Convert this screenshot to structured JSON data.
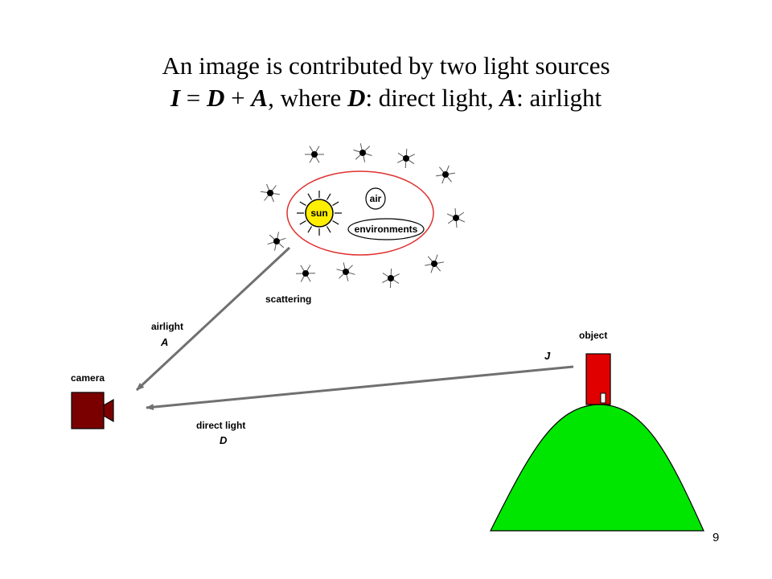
{
  "title": {
    "line1": "An image is contributed by two light sources",
    "eq_I": "I",
    "eq_eq": " = ",
    "eq_D": "D",
    "eq_plus": " + ",
    "eq_A": "A",
    "eq_where": ",  where  ",
    "def_D": "D",
    "def_D_text": ": direct light,  ",
    "def_A": "A",
    "def_A_text": ": airlight"
  },
  "diagram": {
    "sun_label": "sun",
    "air_label": "air",
    "environments_label": "environments",
    "scattering_label": "scattering",
    "airlight_label": "airlight",
    "airlight_symbol": "A",
    "camera_label": "camera",
    "direct_light_label": "direct light",
    "direct_light_symbol": "D",
    "object_label": "object",
    "object_symbol": "J",
    "colors": {
      "sun": "#ffee00",
      "ellipse": "#e03030",
      "camera": "#7a0000",
      "object": "#e00000",
      "hill": "#00e600",
      "arrow": "#707070"
    }
  },
  "page_number": "9"
}
